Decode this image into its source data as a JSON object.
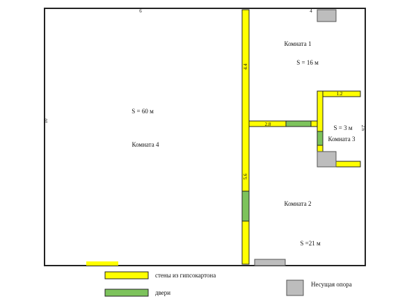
{
  "dimensions": {
    "top_left": "6",
    "top_right": "4",
    "left": "10",
    "wall_upper": "4.4",
    "wall_lower": "5.6",
    "partition": "2.8",
    "room3_top": "1.2",
    "room3_right": "2.6"
  },
  "rooms": {
    "room1": {
      "name": "Комната 1",
      "area": "S = 16 м"
    },
    "room2": {
      "name": "Комната 2",
      "area": "S =21 м"
    },
    "room3": {
      "name": "Комната 3",
      "area": "S = 3 м"
    },
    "room4": {
      "name": "Комната 4",
      "area": "S = 60 м"
    }
  },
  "legend": {
    "drywall": "стены из гипсокартона",
    "doors": "двери",
    "support": "Несущая опора"
  },
  "colors": {
    "wall": "#ffff00",
    "door": "#7dc35c",
    "support": "#bdbdbd",
    "outline": "#222222"
  }
}
